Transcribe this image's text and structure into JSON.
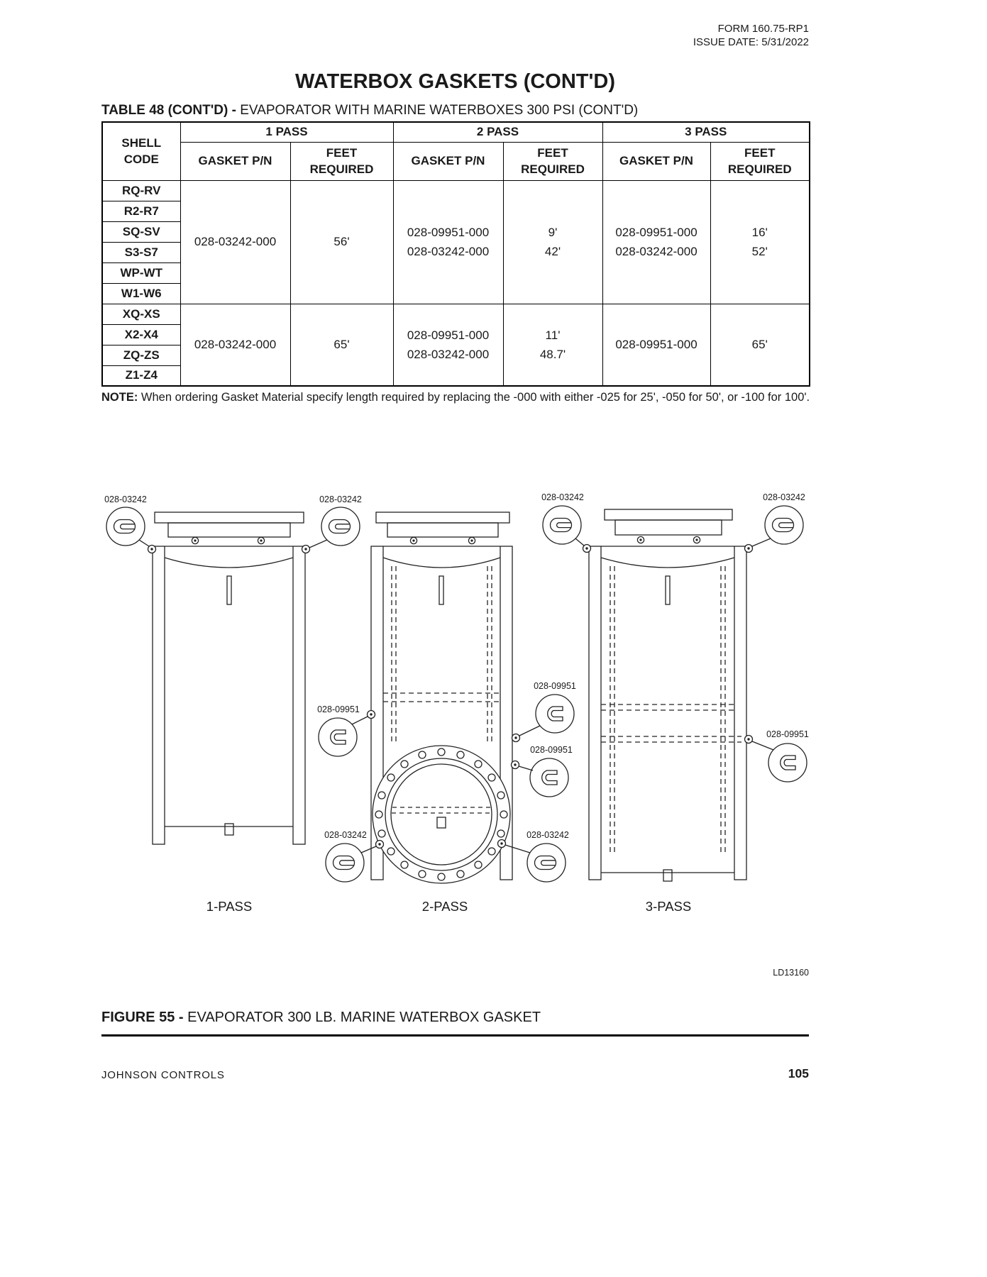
{
  "header": {
    "form_number": "FORM 160.75-RP1",
    "issue_date": "ISSUE DATE: 5/31/2022"
  },
  "title": "WATERBOX GASKETS (CONT'D)",
  "table": {
    "caption_label": "TABLE 48 (CONT'D) - ",
    "caption_text": "EVAPORATOR WITH MARINE WATERBOXES 300 PSI (CONT'D)",
    "headers": {
      "shell_code": "SHELL\nCODE",
      "pass1": "1 PASS",
      "pass2": "2 PASS",
      "pass3": "3 PASS",
      "gasket_pn": "GASKET P/N",
      "feet_required": "FEET\nREQUIRED"
    },
    "group1": {
      "shell_codes": [
        "RQ-RV",
        "R2-R7",
        "SQ-SV",
        "S3-S7",
        "WP-WT",
        "W1-W6"
      ],
      "pass1_pn": "028-03242-000",
      "pass1_feet": "56'",
      "pass2_pn": [
        "028-09951-000",
        "028-03242-000"
      ],
      "pass2_feet": [
        "9'",
        "42'"
      ],
      "pass3_pn": [
        "028-09951-000",
        "028-03242-000"
      ],
      "pass3_feet": [
        "16'",
        "52'"
      ]
    },
    "group2": {
      "shell_codes": [
        "XQ-XS",
        "X2-X4",
        "ZQ-ZS",
        "Z1-Z4"
      ],
      "pass1_pn": "028-03242-000",
      "pass1_feet": "65'",
      "pass2_pn": [
        "028-09951-000",
        "028-03242-000"
      ],
      "pass2_feet": [
        "11'",
        "48.7'"
      ],
      "pass3_pn": "028-09951-000",
      "pass3_feet": "65'"
    },
    "note_label": "NOTE:",
    "note_text": " When ordering Gasket Material specify length required by replacing the -000 with either -025 for 25', -050 for 50', or -100 for 100'."
  },
  "figure": {
    "callouts": {
      "p1_top_left": "028-03242",
      "p1_top_right": "028-03242",
      "p2_left_mid": "028-09951",
      "p2_bottom_left": "028-03242",
      "p2_right_top": "028-09951",
      "p2_right_mid": "028-09951",
      "p2_bottom_right": "028-03242",
      "p3_top_left": "028-03242",
      "p3_top_right": "028-03242",
      "p3_right_mid": "028-09951"
    },
    "pass_labels": {
      "pass1": "1-PASS",
      "pass2": "2-PASS",
      "pass3": "3-PASS"
    },
    "drawing_id": "LD13160",
    "caption_label": "FIGURE 55 - ",
    "caption_text": "EVAPORATOR 300 LB. MARINE WATERBOX GASKET"
  },
  "footer": {
    "company": "JOHNSON CONTROLS",
    "page_number": "105"
  }
}
